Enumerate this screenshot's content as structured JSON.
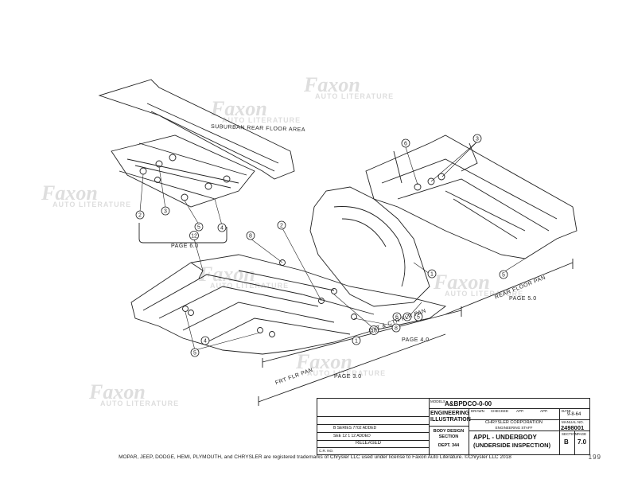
{
  "watermark": {
    "brand": "Faxon",
    "sub": "AUTO LITERATURE"
  },
  "labels": {
    "suburban": "SUBURBAN REAR FLOOR AREA",
    "page6": "PAGE 6.0",
    "page5": "PAGE 5.0",
    "page4": "PAGE 4.0",
    "page3": "PAGE 3.0",
    "rear_pan": "REAR FLOOR PAN",
    "ctr_pan": "EXT & CTR FLR PAN",
    "frt_pan": "FRT FLR PAN"
  },
  "callouts": [
    "2",
    "3",
    "4",
    "5",
    "1",
    "6",
    "7",
    "8",
    "12",
    "13"
  ],
  "title_block": {
    "models_label": "MODELS",
    "models": "A&BPDCO-0-00",
    "eng_illus": "ENGINEERING ILLUSTRATION",
    "body_design": "BODY DESIGN SECTION",
    "dept": "DEPT. 344",
    "corp": "CHRYSLER CORPORATION",
    "staff": "ENGINEERING STAFF",
    "drawn": "DRAWN",
    "checked": "CHECKED",
    "app": "APP.",
    "date_label": "DATE",
    "date": "9-8-64",
    "manual_label": "MANUAL NO.",
    "manual_no": "2498001",
    "title1": "APPL - UNDERBODY",
    "title2": "(UNDERSIDE INSPECTION)",
    "section_label": "SECTION",
    "section": "B",
    "page_label": "PAGE",
    "page": "7.0",
    "released": "RELEASED",
    "rev_note1": "B  SERIES 7702 ADDED",
    "rev_note2": "SEE 12 1 12 ADDED",
    "cr_no": "C.R. NO."
  },
  "footer": "MOPAR, JEEP, DODGE, HEMI, PLYMOUTH, and CHRYSLER are registered trademarks of Chrysler LLC used under license to Faxon Auto Literature. ©Chrysler LLC 2018",
  "page_number": "199"
}
